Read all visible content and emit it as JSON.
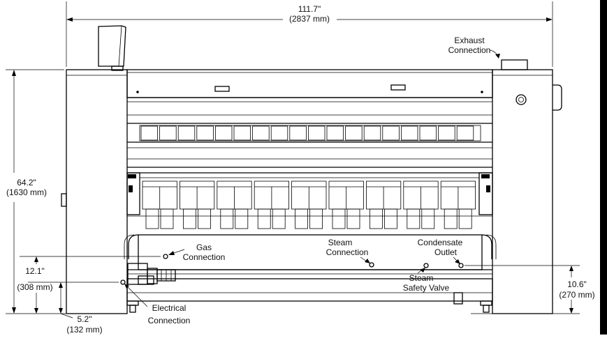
{
  "dimensions": {
    "width": {
      "imperial": "111.7\"",
      "metric": "(2837 mm)"
    },
    "height": {
      "imperial": "64.2\"",
      "metric": "(1630 mm)"
    },
    "electrical_height": {
      "imperial": "12.1\"",
      "metric": "(308 mm)"
    },
    "foot_height": {
      "imperial": "5.2\"",
      "metric": "(132 mm)"
    },
    "condensate_height": {
      "imperial": "10.6\"",
      "metric": "(270 mm)"
    }
  },
  "labels": {
    "exhaust": [
      "Exhaust",
      "Connection"
    ],
    "gas": [
      "Gas",
      "Connection"
    ],
    "steam": [
      "Steam",
      "Connection"
    ],
    "condensate": [
      "Condensate",
      "Outlet"
    ],
    "safety_valve": [
      "Steam",
      "Safety Valve"
    ],
    "electrical": [
      "Electrical",
      "Connection"
    ]
  },
  "colors": {
    "line": "#000000",
    "background": "#ffffff",
    "text": "#111111"
  }
}
